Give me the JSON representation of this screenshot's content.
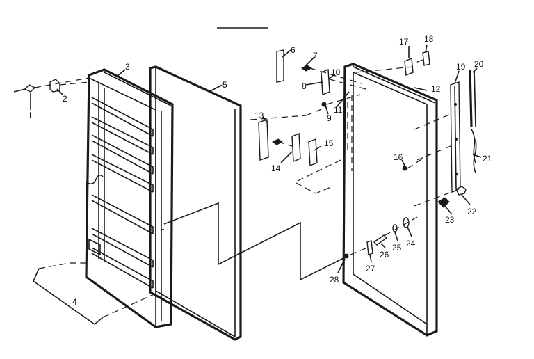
{
  "diagram": {
    "callouts": [
      {
        "id": "1",
        "label": "1"
      },
      {
        "id": "2",
        "label": "2"
      },
      {
        "id": "3",
        "label": "3"
      },
      {
        "id": "4",
        "label": "4"
      },
      {
        "id": "5",
        "label": "5"
      },
      {
        "id": "6",
        "label": "6"
      },
      {
        "id": "7",
        "label": "7"
      },
      {
        "id": "8",
        "label": "8"
      },
      {
        "id": "9",
        "label": "9"
      },
      {
        "id": "10",
        "label": "10"
      },
      {
        "id": "11",
        "label": "11"
      },
      {
        "id": "12",
        "label": "12"
      },
      {
        "id": "13",
        "label": "13"
      },
      {
        "id": "14",
        "label": "14"
      },
      {
        "id": "15",
        "label": "15"
      },
      {
        "id": "16",
        "label": "16"
      },
      {
        "id": "17",
        "label": "17"
      },
      {
        "id": "18",
        "label": "18"
      },
      {
        "id": "19",
        "label": "19"
      },
      {
        "id": "20",
        "label": "20"
      },
      {
        "id": "21",
        "label": "21"
      },
      {
        "id": "22",
        "label": "22"
      },
      {
        "id": "23",
        "label": "23"
      },
      {
        "id": "24",
        "label": "24"
      },
      {
        "id": "25",
        "label": "25"
      },
      {
        "id": "26",
        "label": "26"
      },
      {
        "id": "27",
        "label": "27"
      },
      {
        "id": "28",
        "label": "28"
      }
    ]
  }
}
